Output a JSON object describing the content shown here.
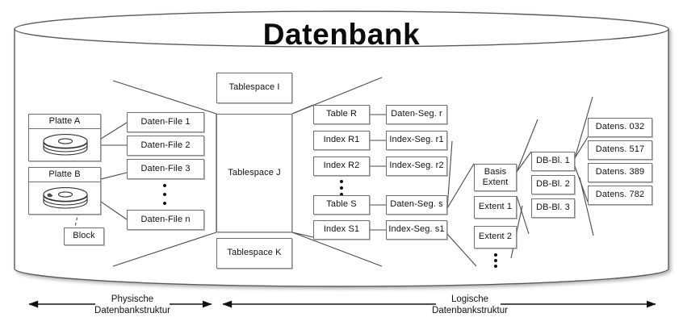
{
  "title": "Datenbank",
  "physical": {
    "disks": [
      {
        "name": "Platte A",
        "icon": "disk-platter-icon"
      },
      {
        "name": "Platte B",
        "icon": "disk-platter-icon"
      }
    ],
    "block": "Block",
    "data_files": [
      "Daten-File 1",
      "Daten-File 2",
      "Daten-File 3",
      "Daten-File n"
    ],
    "data_files_ellipsis": "vertical-ellipsis"
  },
  "tablespaces": [
    "Tablespace I",
    "Tablespace J",
    "Tablespace K"
  ],
  "logical": {
    "objects": [
      "Table R",
      "Index R1",
      "Index R2",
      "Table S",
      "Index S1"
    ],
    "objects_ellipsis": "vertical-ellipsis",
    "segments": [
      "Daten-Seg. r",
      "Index-Seg. r1",
      "Index-Seg. r2",
      "Daten-Seg. s",
      "Index-Seg. s1"
    ],
    "extents": [
      "Basis Extent",
      "Extent 1",
      "Extent 2"
    ],
    "extents_line1": [
      "Basis",
      "Extent 1",
      "Extent 2"
    ],
    "extents_line2": [
      "Extent",
      "",
      ""
    ],
    "extents_ellipsis": "vertical-ellipsis",
    "db_blocks": [
      "DB-Bl. 1",
      "DB-Bl. 2",
      "DB-Bl. 3"
    ],
    "records": [
      "Datens. 032",
      "Datens. 517",
      "Datens. 389",
      "Datens. 782"
    ]
  },
  "axes": [
    {
      "line1": "Physische",
      "line2": "Datenbankstruktur"
    },
    {
      "line1": "Logische",
      "line2": "Datenbankstruktur"
    }
  ],
  "colors": {
    "stroke": "#5a5a5a",
    "box_border": "#6e6e6e",
    "text": "#111111",
    "background": "#ffffff",
    "page": "#f2f2f2"
  }
}
